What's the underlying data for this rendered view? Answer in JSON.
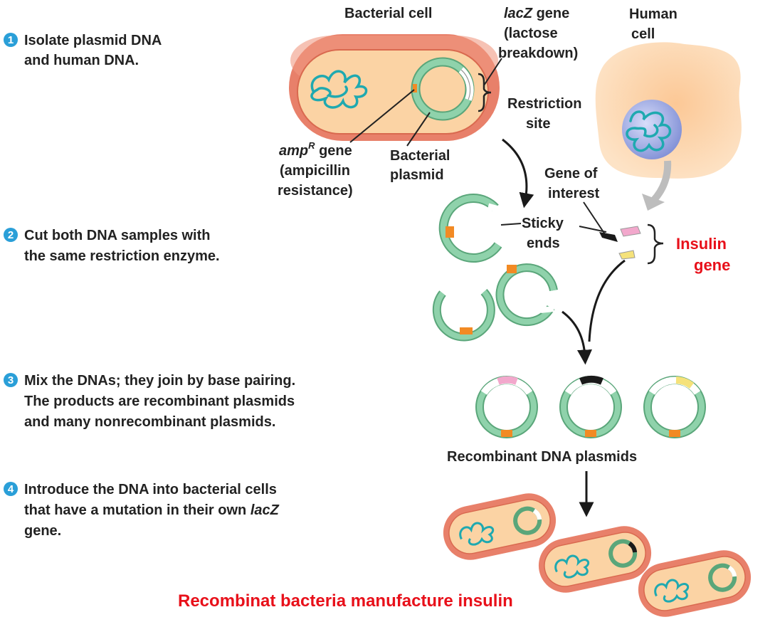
{
  "steps": [
    {
      "number": "1",
      "lines": [
        "Isolate plasmid DNA",
        "and human DNA."
      ]
    },
    {
      "number": "2",
      "lines": [
        "Cut both DNA samples with",
        "the same restriction enzyme."
      ]
    },
    {
      "number": "3",
      "lines": [
        "Mix the DNAs; they join by base pairing.",
        "The products are recombinant plasmids",
        "and many nonrecombinant plasmids."
      ]
    },
    {
      "number": "4",
      "lines": [
        "Introduce the DNA into bacterial cells",
        "that have a mutation in their own ",
        "gene."
      ],
      "italic_term": "lacZ"
    }
  ],
  "labels": {
    "bacterial_cell": "Bacterial cell",
    "lacz_italic": "lacZ",
    "lacz_gene": " gene",
    "lacz_desc1": "(lactose",
    "lacz_desc2": "breakdown)",
    "human_cell1": "Human",
    "human_cell2": "cell",
    "restriction1": "Restriction",
    "restriction2": "site",
    "ampr_italic": "amp",
    "ampr_sup": "R",
    "ampr_gene": " gene",
    "ampr_desc1": "(ampicillin",
    "ampr_desc2": "resistance)",
    "plasmid1": "Bacterial",
    "plasmid2": "plasmid",
    "gene_interest1": "Gene of",
    "gene_interest2": "interest",
    "sticky1": "Sticky",
    "sticky2": "ends",
    "insulin1": "Insulin",
    "insulin2": "gene",
    "recombinant": "Recombinant DNA plasmids",
    "bottom_title": "Recombinat bacteria manufacture insulin"
  },
  "colors": {
    "cell_wall": "#e8806a",
    "cytoplasm": "#fbd3a4",
    "dna": "#1fa9b0",
    "plasmid": "#7fc9a0",
    "amp_gene": "#f28a24",
    "insulin_pink": "#f2a8cc",
    "insulin_yellow": "#f5e27a",
    "human_cell": "#fcd9b0",
    "nucleus": "#9aa6e0",
    "step_badge": "#2a9fd8",
    "red_text": "#e8101a"
  }
}
